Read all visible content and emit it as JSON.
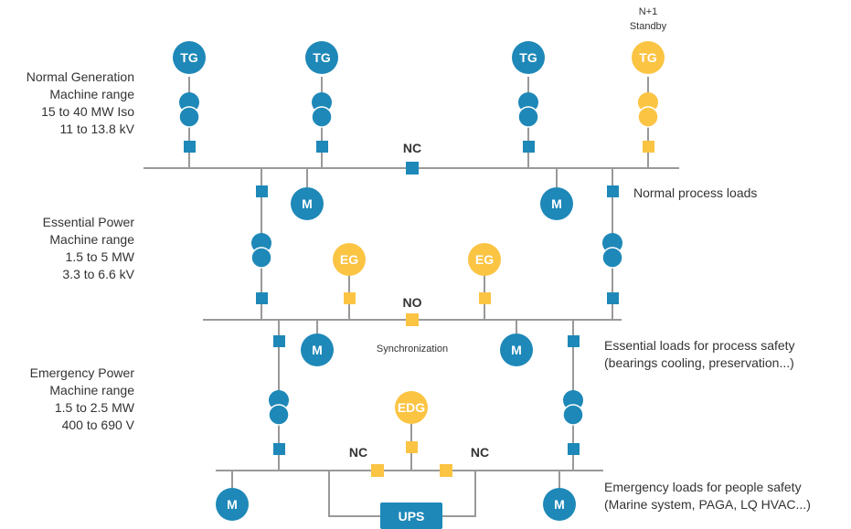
{
  "colors": {
    "blue": "#1e88b8",
    "yellow": "#fbc443",
    "line": "#999999",
    "text": "#333333"
  },
  "top_note": {
    "line1": "N+1",
    "line2": "Standby"
  },
  "sections": {
    "normal": {
      "l1": "Normal Generation",
      "l2": "Machine range",
      "l3": "15 to 40 MW Iso",
      "l4": "11 to 13.8 kV"
    },
    "essential": {
      "l1": "Essential Power",
      "l2": "Machine range",
      "l3": "1.5 to 5 MW",
      "l4": "3.3 to 6.6 kV"
    },
    "emergency": {
      "l1": "Emergency Power",
      "l2": "Machine range",
      "l3": "1.5 to 2.5 MW",
      "l4": "400 to 690 V"
    }
  },
  "loads": {
    "normal": "Normal process loads",
    "essential_1": "Essential loads for process safety",
    "essential_2": "(bearings cooling, preservation...)",
    "emergency_1": "Emergency loads for people safety",
    "emergency_2": "(Marine system, PAGA, LQ HVAC...)"
  },
  "labels": {
    "tg": "TG",
    "eg": "EG",
    "edg": "EDG",
    "motor": "M",
    "ups": "UPS",
    "nc": "NC",
    "no": "NO",
    "sync": "Synchronization"
  }
}
